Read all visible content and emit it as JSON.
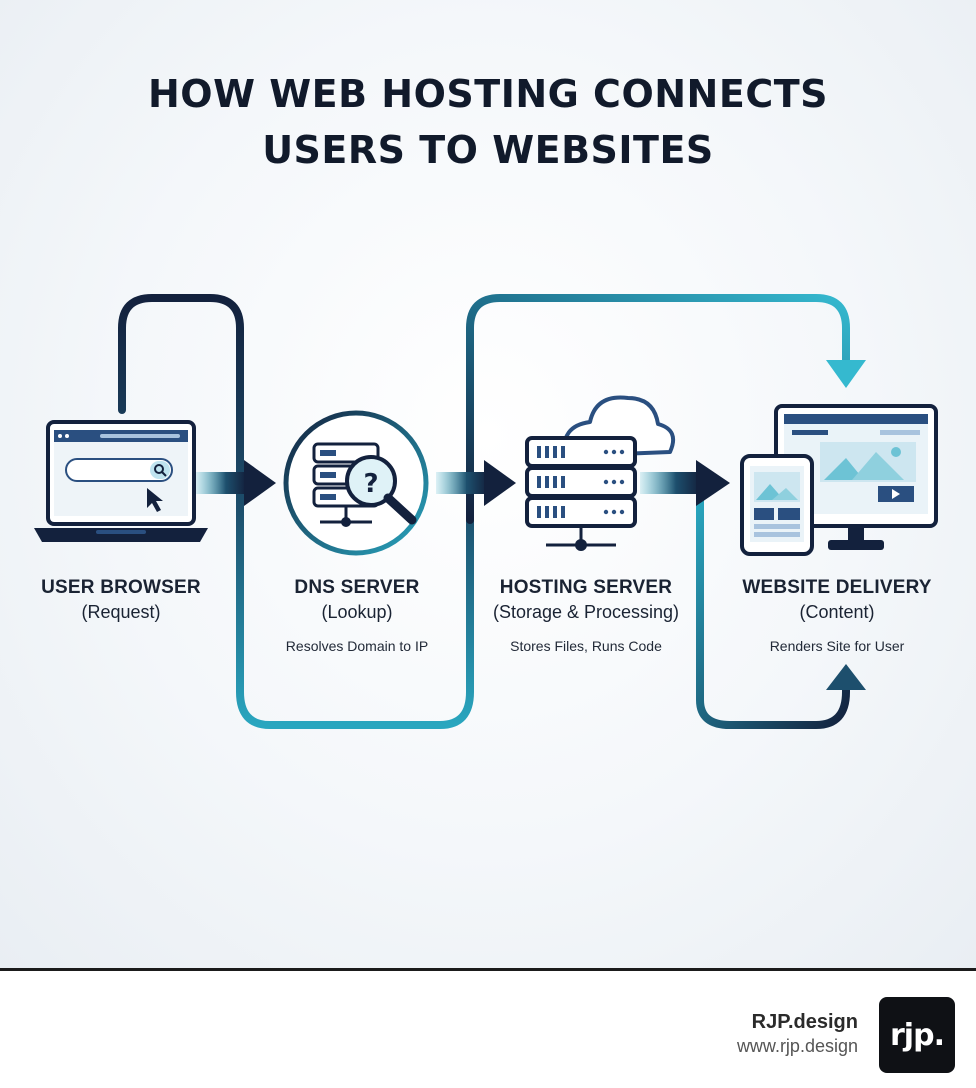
{
  "title": {
    "line1": "HOW WEB HOSTING CONNECTS",
    "line2": "USERS TO WEBSITES"
  },
  "stages": [
    {
      "name": "USER BROWSER",
      "sub": "(Request)",
      "desc": "",
      "icon": "laptop-browser-icon"
    },
    {
      "name": "DNS SERVER",
      "sub": "(Lookup)",
      "desc": "Resolves Domain to IP",
      "icon": "dns-lookup-icon"
    },
    {
      "name": "HOSTING SERVER",
      "sub": "(Storage & Processing)",
      "desc": "Stores Files, Runs Code",
      "icon": "cloud-server-icon"
    },
    {
      "name": "WEBSITE DELIVERY",
      "sub": "(Content)",
      "desc": "Renders Site for User",
      "icon": "devices-icon"
    }
  ],
  "colors": {
    "navy": "#13213d",
    "teal": "#29a6bf",
    "text": "#111a2b"
  },
  "footer": {
    "brand_name": "RJP.design",
    "brand_url": "www.rjp.design",
    "logo_text": "rjp."
  }
}
